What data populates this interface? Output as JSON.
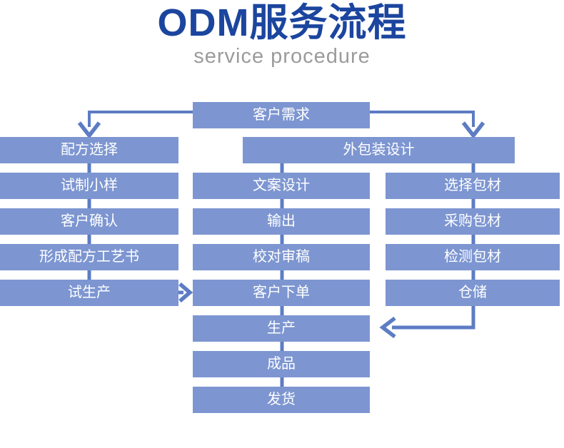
{
  "header": {
    "title": "ODM服务流程",
    "subtitle": "service procedure"
  },
  "colors": {
    "box_fill": "#7d96d1",
    "connector": "#5d7cc4",
    "title_blue": "#1b459e",
    "subtitle_gray": "#9b9b9b",
    "box_text": "#ffffff"
  },
  "flow": {
    "customer_demand": "客户需求",
    "packaging_design": "外包装设计",
    "left_column": [
      "配方选择",
      "试制小样",
      "客户确认",
      "形成配方工艺书",
      "试生产"
    ],
    "center_column": [
      "文案设计",
      "输出",
      "校对审稿",
      "客户下单",
      "生产",
      "成品",
      "发货"
    ],
    "right_column": [
      "选择包材",
      "采购包材",
      "检测包材",
      "仓储"
    ]
  }
}
